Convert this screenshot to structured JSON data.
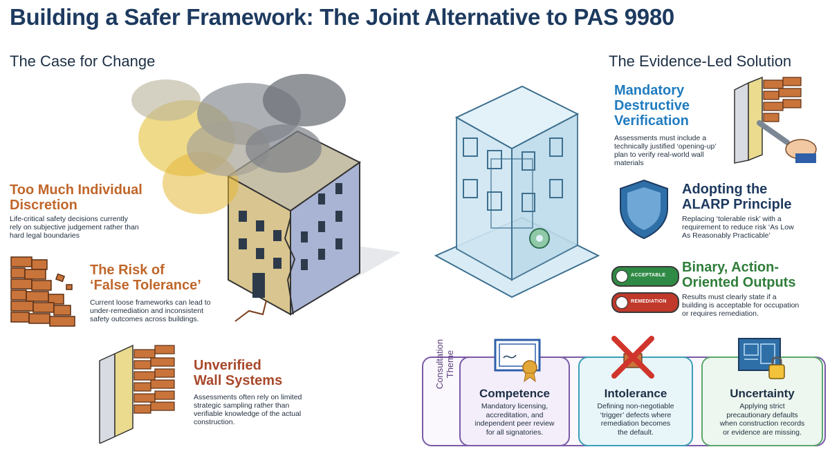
{
  "title": "Building a Safer Framework: The Joint Alternative to PAS 9980",
  "left": {
    "heading": "The Case for Change",
    "items": [
      {
        "title_line1": "Too Much Individual",
        "title_line2": "Discretion",
        "body_lines": [
          "Life-critical safety decisions currently",
          "rely on subjective judgement rather than",
          "hard legal boundaries"
        ]
      },
      {
        "title_line1": "The Risk of",
        "title_line2": "‘False Tolerance’",
        "body_lines": [
          "Current loose frameworks can lead to",
          "under-remediation and inconsistent",
          "safety outcomes across buildings."
        ]
      },
      {
        "title_line1": "Unverified",
        "title_line2": "Wall Systems",
        "body_lines": [
          "Assessments often rely on limited",
          "strategic sampling rather than",
          "verifiable knowledge of the actual",
          "construction."
        ]
      }
    ]
  },
  "right": {
    "heading": "The Evidence-Led Solution",
    "items": [
      {
        "title_lines": [
          "Mandatory",
          "Destructive",
          "Verification"
        ],
        "body_lines": [
          "Assessments must include a",
          "technically justified ‘opening-up’",
          "plan to verify real-world wall",
          "materials"
        ]
      },
      {
        "title_lines": [
          "Adopting the",
          "ALARP Principle"
        ],
        "body_lines": [
          "Replacing ‘tolerable risk’ with a",
          "requirement to reduce risk ‘As Low",
          "As Reasonably Practicable’"
        ]
      },
      {
        "title_lines": [
          "Binary, Action-",
          "Oriented Outputs"
        ],
        "body_lines": [
          "Results must clearly state if a",
          "building is acceptable for occupation",
          "or requires remediation."
        ]
      }
    ],
    "pills": [
      {
        "label": "ACCEPTABLE",
        "color": "#2f8a45"
      },
      {
        "label": "REMEDIATION",
        "color": "#c0392b"
      }
    ]
  },
  "consultation": {
    "theme_line1": "Consultation",
    "theme_line2": "Theme",
    "cards": [
      {
        "title": "Competence",
        "body_lines": [
          "Mandatory licensing,",
          "accreditation, and",
          "independent peer review",
          "for all signatories."
        ],
        "color": "#7a5aa6",
        "bg": "#f3eefa"
      },
      {
        "title": "Intolerance",
        "body_lines": [
          "Defining non-negotiable",
          "‘trigger’ defects where",
          "remediation becomes",
          "the default."
        ],
        "color": "#3a9fb5",
        "bg": "#e8f6f9"
      },
      {
        "title": "Uncertainty",
        "body_lines": [
          "Applying strict",
          "precautionary defaults",
          "when construction records",
          "or evidence are missing."
        ],
        "color": "#5aa86a",
        "bg": "#edf7ef"
      }
    ]
  },
  "icons": [
    "burning-building-icon",
    "crumbling-brick-wall-icon",
    "wall-section-icon",
    "glass-building-icon",
    "wrench-wall-icon",
    "shield-icon",
    "certificate-icon",
    "red-cross-icon",
    "blueprint-lock-icon"
  ]
}
